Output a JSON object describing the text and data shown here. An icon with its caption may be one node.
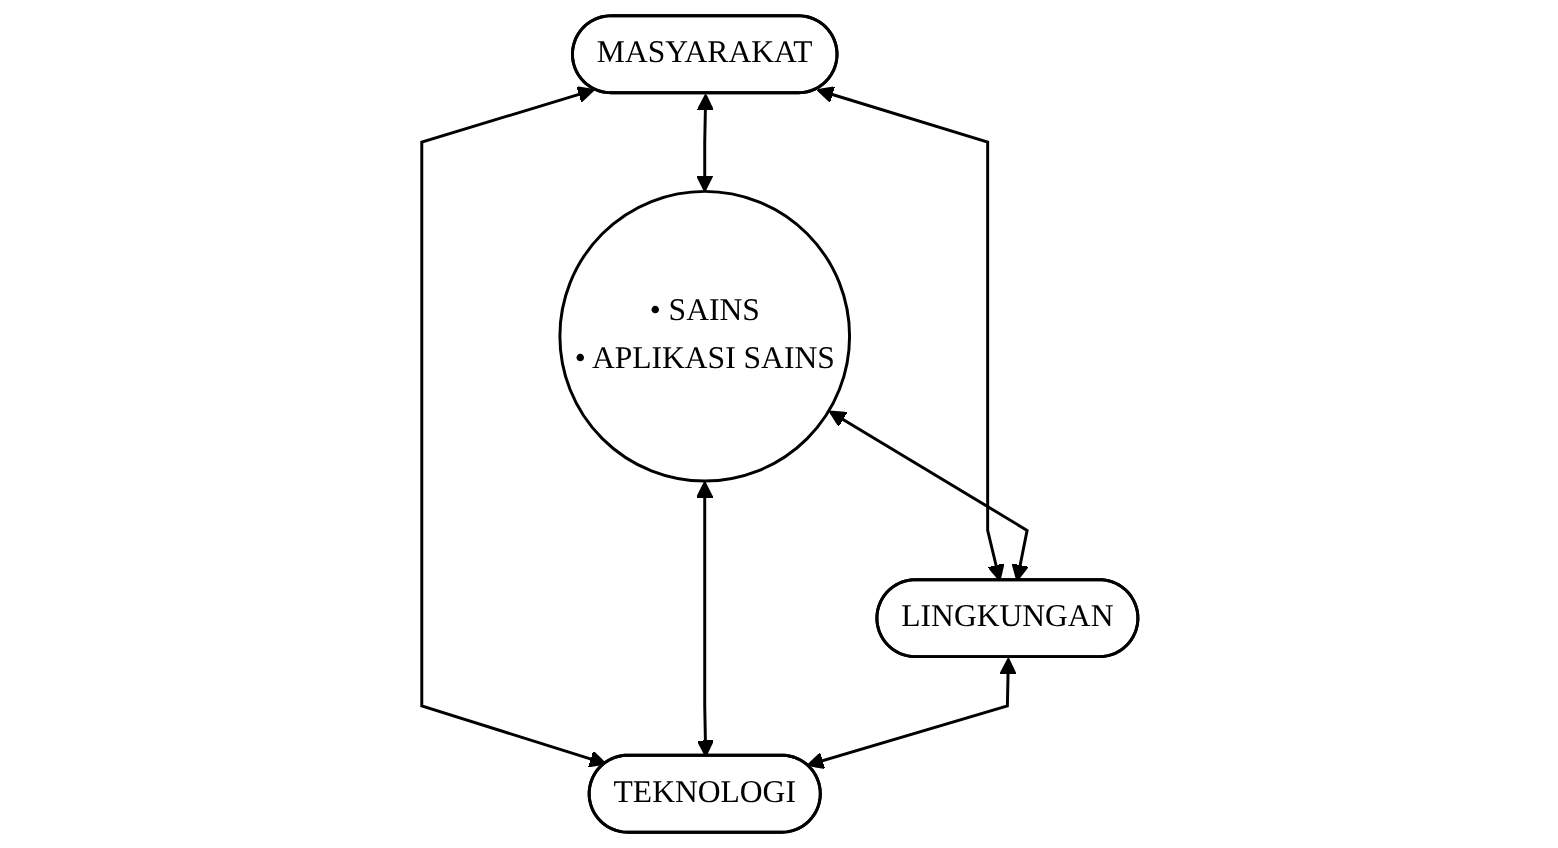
{
  "diagram": {
    "nodes": [
      {
        "text": [
          "MASYARAKAT"
        ]
      },
      {
        "text": [
          "• SAINS",
          "• APLIKASI SAINS"
        ]
      },
      {
        "text": [
          "LINGKUNGAN"
        ]
      },
      {
        "text": [
          "TEKNOLOGI"
        ]
      }
    ],
    "edges": [
      {
        "from": 0,
        "to": 1,
        "arrow": "both"
      },
      {
        "from": 0,
        "to": 2,
        "arrow": "both"
      },
      {
        "from": 0,
        "to": 3,
        "arrow": "both"
      },
      {
        "from": 1,
        "to": 2,
        "arrow": "both"
      },
      {
        "from": 1,
        "to": 3,
        "arrow": "both"
      },
      {
        "from": 2,
        "to": 3,
        "arrow": "both"
      }
    ]
  }
}
